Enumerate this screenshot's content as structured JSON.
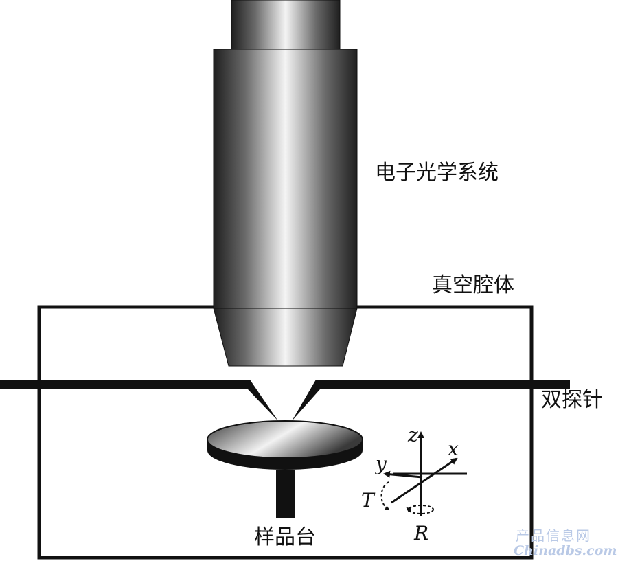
{
  "labels": {
    "optics": "电子光学系统",
    "chamber": "真空腔体",
    "probes": "双探针",
    "stage": "样品台"
  },
  "axes": {
    "x": "x",
    "y": "y",
    "z": "z",
    "tilt": "T",
    "rotate": "R"
  },
  "watermark": {
    "cn": "产品信息网",
    "en": "Chinadbs.com"
  }
}
